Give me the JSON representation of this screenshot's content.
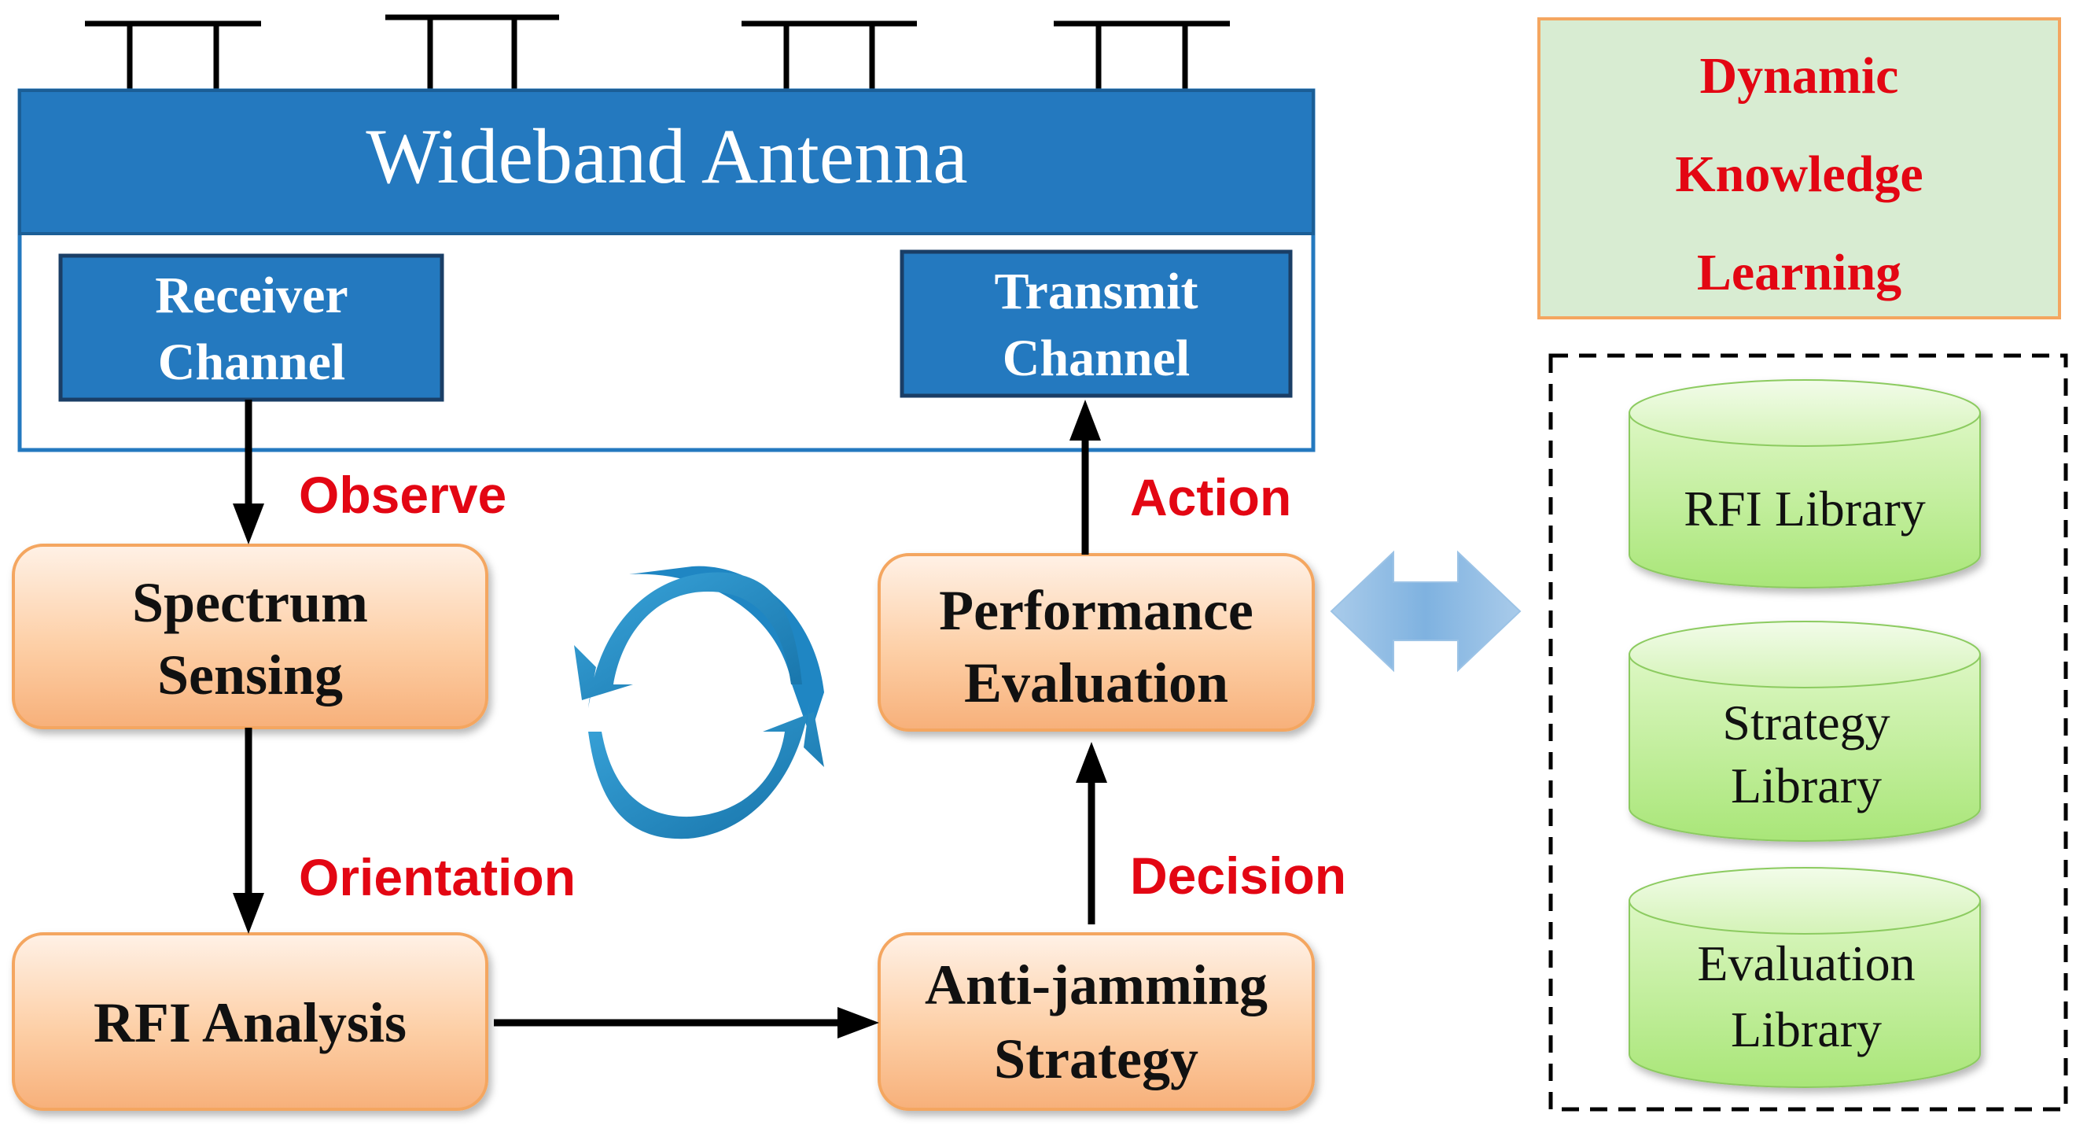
{
  "antenna": {
    "title": "Wideband Antenna",
    "receiver_line1": "Receiver",
    "receiver_line2": "Channel",
    "transmit_line1": "Transmit",
    "transmit_line2": "Channel"
  },
  "loop": {
    "spectrum_line1": "Spectrum",
    "spectrum_line2": "Sensing",
    "rfi_analysis": "RFI Analysis",
    "anti_line1": "Anti-jamming",
    "anti_line2": "Strategy",
    "perf_line1": "Performance",
    "perf_line2": "Evaluation"
  },
  "labels": {
    "observe": "Observe",
    "orientation": "Orientation",
    "decision": "Decision",
    "action": "Action"
  },
  "knowledge": {
    "line1": "Dynamic",
    "line2": "Knowledge",
    "line3": "Learning"
  },
  "libraries": {
    "rfi": "RFI Library",
    "strategy_line1": "Strategy",
    "strategy_line2": "Library",
    "evaluation_line1": "Evaluation",
    "evaluation_line2": "Library"
  },
  "colors": {
    "antenna_blue": "#2479BF",
    "dark_blue_border": "#1B5E96",
    "label_red": "#E30613",
    "orange_border": "#F4A660",
    "green_cylinder": "#BFEE90",
    "knowledge_fill": "#D8ECD2"
  }
}
